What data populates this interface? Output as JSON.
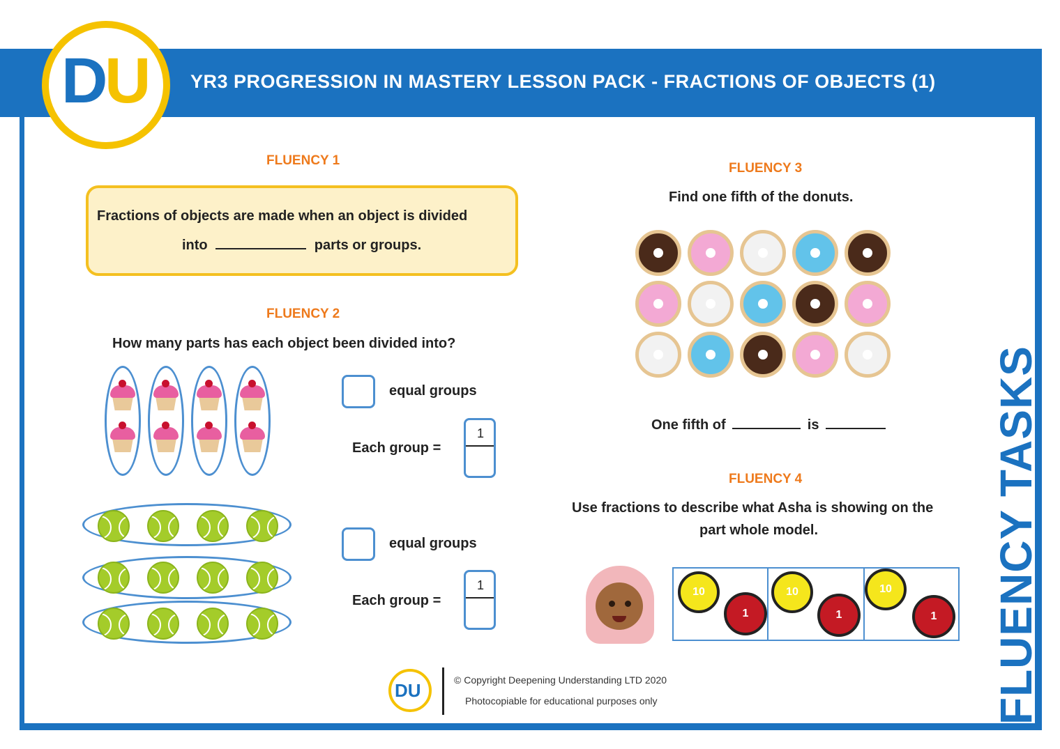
{
  "header": {
    "title": "YR3 PROGRESSION IN MASTERY LESSON PACK - FRACTIONS OF OBJECTS (1)",
    "logo_text": "DU"
  },
  "side_title": "FLUENCY TASKS",
  "fluency1": {
    "title": "FLUENCY 1",
    "line1": "Fractions of objects are made when an object is divided",
    "line2_pre": "into",
    "line2_post": "parts or groups."
  },
  "fluency2": {
    "title": "FLUENCY 2",
    "question": "How many parts has each object been divided into?",
    "group1": {
      "equal_groups_label": "equal groups",
      "each_group_label": "Each group  =",
      "numerator": "1"
    },
    "group2": {
      "equal_groups_label": "equal groups",
      "each_group_label": "Each group  =",
      "numerator": "1"
    }
  },
  "fluency3": {
    "title": "FLUENCY 3",
    "question": "Find one fifth of the donuts.",
    "answer_pre": "One fifth of",
    "answer_mid": "is",
    "donut_rows": [
      [
        "choc",
        "pink",
        "white",
        "blue",
        "choc"
      ],
      [
        "pink",
        "white",
        "blue",
        "choc",
        "pink"
      ],
      [
        "white",
        "blue",
        "choc",
        "pink",
        "white"
      ]
    ]
  },
  "fluency4": {
    "title": "FLUENCY 4",
    "line1": "Use fractions to describe what Asha is showing on the",
    "line2": "part whole model.",
    "counter_ten": "10",
    "counter_one": "1"
  },
  "footer": {
    "copyright": "© Copyright Deepening Understanding LTD 2020",
    "note": "Photocopiable for educational purposes only",
    "logo_text": "DU"
  },
  "colors": {
    "brand_blue": "#1b72c0",
    "brand_yellow": "#f5c200",
    "section_orange": "#ee7a1c"
  }
}
